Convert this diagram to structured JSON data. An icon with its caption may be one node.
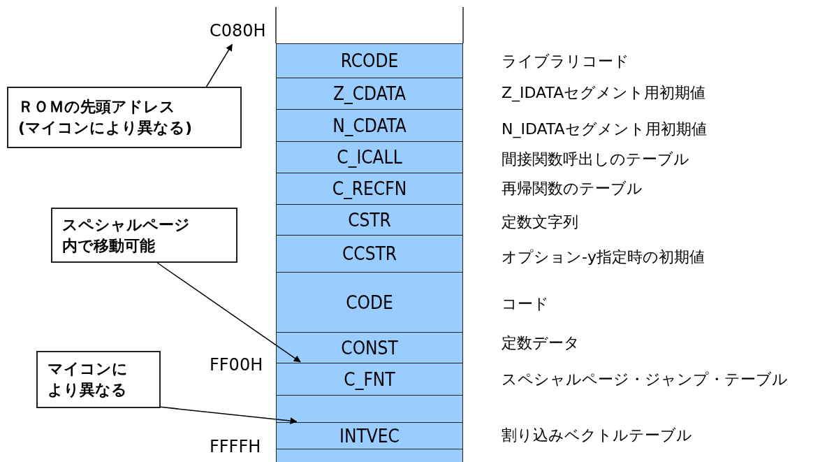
{
  "diagram": {
    "nodes": [
      {
        "text": [
          "C080H"
        ]
      },
      {
        "text": [
          "ＲＯＭの先頭アドレス",
          "(マイコンにより異なる)"
        ]
      },
      {
        "text": [
          "スペシャルページ",
          "内で移動可能"
        ]
      },
      {
        "text": [
          "マイコンに",
          "より異なる"
        ]
      },
      {
        "text": [
          "RCODE"
        ],
        "beside": [
          "ライブラリコード"
        ]
      },
      {
        "text": [
          "Z_CDATA"
        ],
        "beside": [
          "Z_IDATAセグメント用初期値"
        ]
      },
      {
        "text": [
          "N_CDATA"
        ],
        "beside": [
          "N_IDATAセグメント用初期値"
        ]
      },
      {
        "text": [
          "C_ICALL"
        ],
        "beside": [
          "間接関数呼出しのテーブル"
        ]
      },
      {
        "text": [
          "C_RECFN"
        ],
        "beside": [
          "再帰関数のテーブル"
        ]
      },
      {
        "text": [
          "CSTR"
        ],
        "beside": [
          "定数文字列"
        ]
      },
      {
        "text": [
          "CCSTR"
        ],
        "beside": [
          "オプション-y指定時の初期値"
        ]
      },
      {
        "text": [
          "CODE"
        ],
        "beside": [
          "コード"
        ]
      },
      {
        "text": [
          "CONST"
        ],
        "beside": [
          "定数データ"
        ]
      },
      {
        "text": [
          "C_FNT"
        ],
        "beside": [
          "スペシャルページ・ジャンプ・テーブル"
        ]
      },
      {
        "text": [],
        "shape": "bar"
      },
      {
        "text": [
          "INTVEC"
        ],
        "beside": [
          "割り込みベクトルテーブル"
        ]
      },
      {
        "text": [],
        "shape": "bar"
      }
    ],
    "edges": [
      {
        "from": 1,
        "to": 0,
        "arrow": "to"
      },
      {
        "from": 2,
        "to": 12,
        "arrow": "to"
      },
      {
        "from": 3,
        "to": 14,
        "arrow": "to"
      }
    ],
    "labels": [
      "FF00H",
      "FFFFH"
    ]
  }
}
